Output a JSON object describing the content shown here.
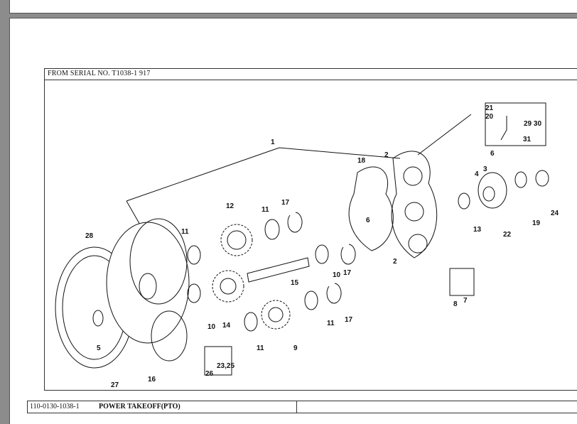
{
  "frame": {
    "serial_label": "FROM SERIAL NO. T1038-1 917"
  },
  "footer": {
    "part_code": "110-0130-1038-1",
    "section_title": "POWER TAKEOFF(PTO)"
  },
  "callouts": [
    "1",
    "2",
    "2",
    "3",
    "4",
    "5",
    "6",
    "6",
    "7",
    "8",
    "9",
    "10",
    "10",
    "11",
    "11",
    "11",
    "11",
    "12",
    "13",
    "14",
    "15",
    "16",
    "17",
    "17",
    "17",
    "18",
    "19",
    "20",
    "21",
    "22",
    "23,25",
    "24",
    "26",
    "27",
    "28",
    "29 30",
    "31"
  ]
}
